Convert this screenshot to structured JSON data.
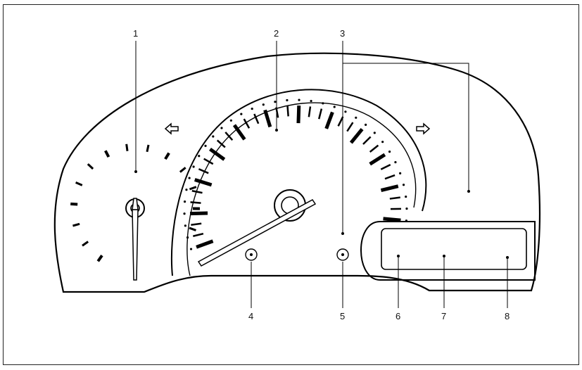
{
  "callouts": [
    {
      "id": "1",
      "text": "1"
    },
    {
      "id": "2",
      "text": "2"
    },
    {
      "id": "3",
      "text": "3"
    },
    {
      "id": "4",
      "text": "4"
    },
    {
      "id": "5",
      "text": "5"
    },
    {
      "id": "6",
      "text": "6"
    },
    {
      "id": "7",
      "text": "7"
    },
    {
      "id": "8",
      "text": "8"
    }
  ],
  "icons": {
    "left_turn": "arrow-left-outline",
    "right_turn": "arrow-right-outline"
  },
  "colors": {
    "ink": "#000000",
    "background": "#ffffff"
  }
}
